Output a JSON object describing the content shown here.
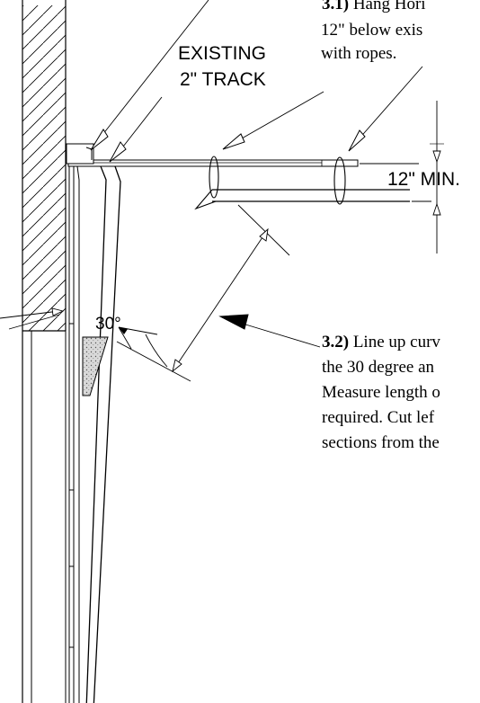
{
  "labels": {
    "existing_line1": "EXISTING",
    "existing_line2": "2\" TRACK",
    "dim_min": "12\" MIN.",
    "angle": "30°"
  },
  "steps": {
    "step1": {
      "number": "3.1)",
      "line1_text": " Hang Hori",
      "line2": "12\" below exis",
      "line3": "with ropes."
    },
    "step2": {
      "number": "3.2)",
      "line1_text": " Line up curv",
      "line2": "the 30 degree an",
      "line3": "Measure length o",
      "line4": "required. Cut lef",
      "line5": "sections from the"
    }
  },
  "colors": {
    "ink": "#000000",
    "paper": "#ffffff",
    "concrete": "#cfcfcf"
  }
}
